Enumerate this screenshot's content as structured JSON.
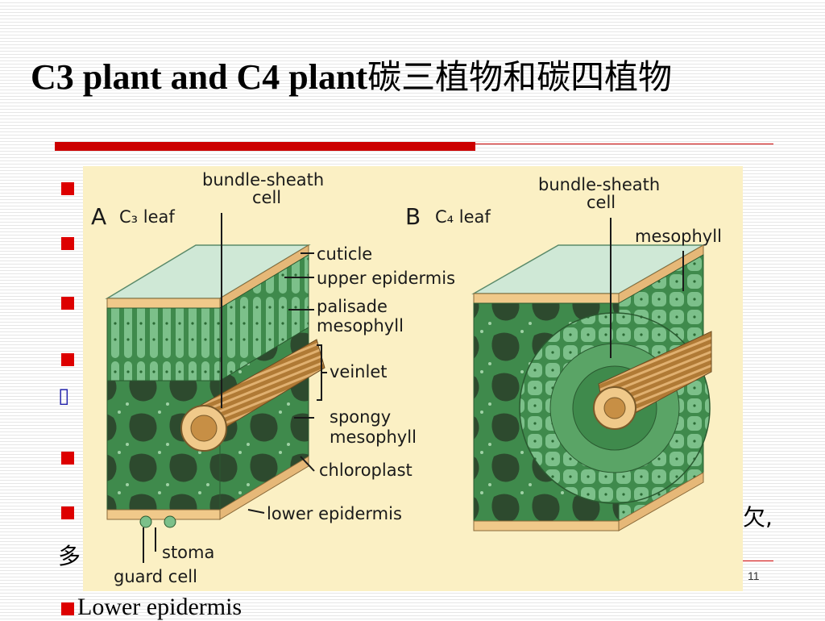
{
  "slide": {
    "title_en": "C3 plant and C4 plant",
    "title_cn": "碳三植物和碳四植物",
    "page_number": "11",
    "bottom_bullet": "Lower epidermis",
    "partial_right_text": "欠,",
    "partial_left_text": "多"
  },
  "figure": {
    "panel_a": {
      "letter": "A",
      "label": "C₃ leaf"
    },
    "panel_b": {
      "letter": "B",
      "label": "C₄ leaf"
    },
    "labels_a": {
      "bundle_sheath_1": "bundle-sheath",
      "bundle_sheath_2": "cell",
      "cuticle": "cuticle",
      "upper_epidermis": "upper epidermis",
      "palisade_1": "palisade",
      "palisade_2": "mesophyll",
      "veinlet": "veinlet",
      "spongy_1": "spongy",
      "spongy_2": "mesophyll",
      "chloroplast": "chloroplast",
      "lower_epidermis": "lower epidermis",
      "stoma": "stoma",
      "guard_cell": "guard cell"
    },
    "labels_b": {
      "bundle_sheath_1": "bundle-sheath",
      "bundle_sheath_2": "cell",
      "mesophyll": "mesophyll"
    },
    "colors": {
      "background": "#fbf0c4",
      "cuticle": "#cfe8d6",
      "epidermis": "#f0c98a",
      "mesophyll": "#3f8a4c",
      "mesophyll_light": "#7cc08a",
      "cavity": "#2d4a2e",
      "vein": "#c78f45"
    }
  }
}
